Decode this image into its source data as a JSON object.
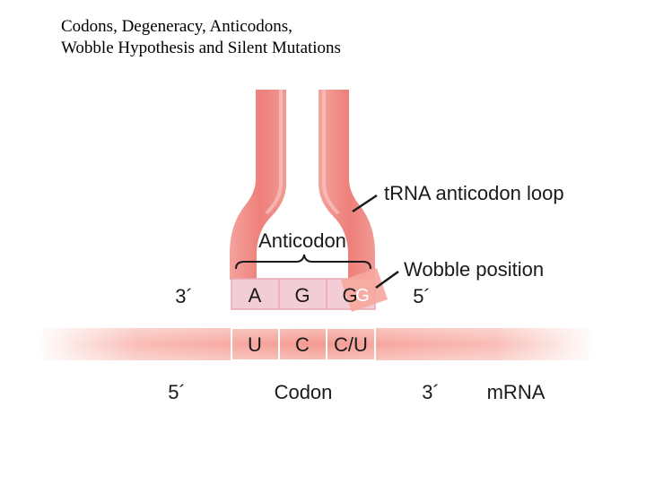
{
  "title": {
    "line1": "Codons, Degeneracy, Anticodons,",
    "line2": "Wobble Hypothesis and Silent Mutations"
  },
  "diagram": {
    "trna_label": "tRNA anticodon loop",
    "anticodon_label": "Anticodon",
    "wobble_label": "Wobble position",
    "anticodon_bases": [
      "A",
      "G",
      "G"
    ],
    "wobble_alt_base": "G",
    "codon_bases": [
      "U",
      "C",
      "C/U"
    ],
    "trna_end_left": "3´",
    "trna_end_right": "5´",
    "mrna_end_left": "5´",
    "mrna_end_right": "3´",
    "codon_label": "Codon",
    "mrna_label": "mRNA"
  },
  "colors": {
    "trna": "#f08a86",
    "trna_light": "#f9c5c0",
    "anticodon_box": "#f2cdd6",
    "mrna_band": "#f7a9a0",
    "wobble_tab": "#f6a79d"
  }
}
